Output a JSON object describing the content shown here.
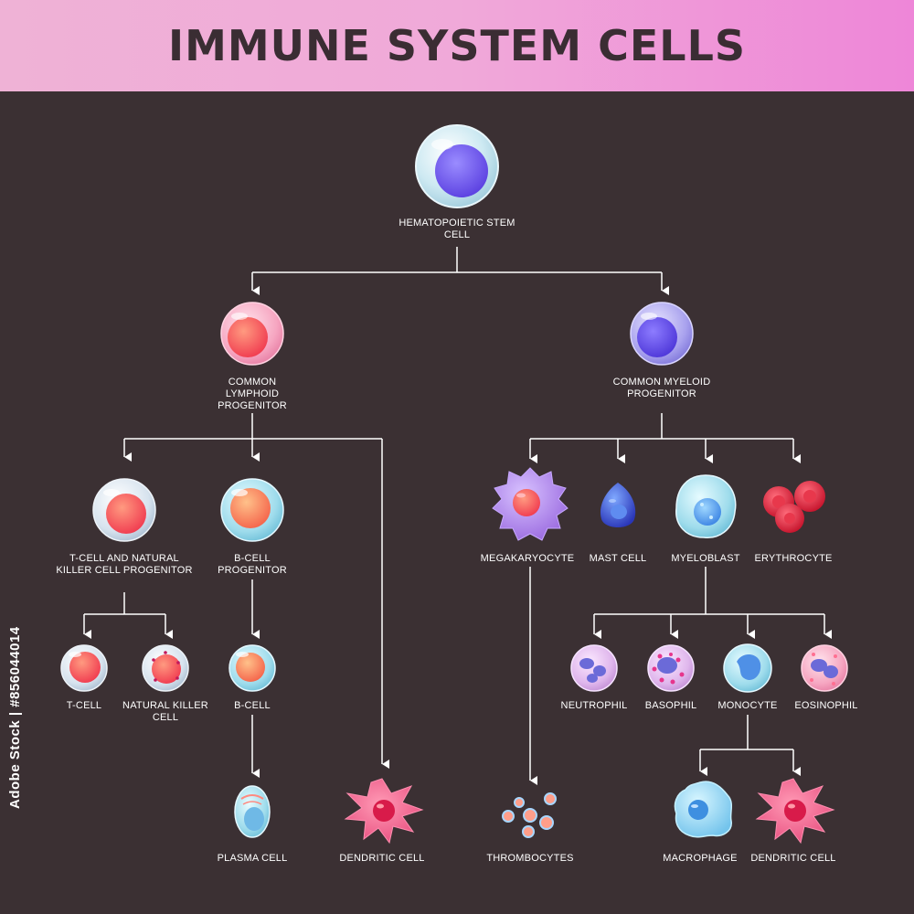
{
  "title": "IMMUNE SYSTEM CELLS",
  "watermark": "Adobe Stock | #856044014",
  "colors": {
    "background": "#3b3033",
    "connector": "#ffffff"
  },
  "nodes": {
    "hsc": "HEMATOPOIETIC STEM CELL",
    "clp": "COMMON LYMPHOID PROGENITOR",
    "cmp": "COMMON MYELOID PROGENITOR",
    "tnk_prog": "T-CELL AND NATURAL KILLER CELL PROGENITOR",
    "b_prog": "B-CELL PROGENITOR",
    "t_cell": "T-CELL",
    "nk_cell": "NATURAL KILLER CELL",
    "b_cell": "B-CELL",
    "plasma": "PLASMA CELL",
    "dendritic_lymph": "DENDRITIC CELL",
    "megakaryocyte": "MEGAKARYOCYTE",
    "mast": "MAST CELL",
    "myeloblast": "MYELOBLAST",
    "erythrocyte": "ERYTHROCYTE",
    "thrombocytes": "THROMBOCYTES",
    "neutrophil": "NEUTROPHIL",
    "basophil": "BASOPHIL",
    "monocyte": "MONOCYTE",
    "eosinophil": "EOSINOPHIL",
    "macrophage": "MACROPHAGE",
    "dendritic_myeloid": "DENDRITIC CELL"
  }
}
